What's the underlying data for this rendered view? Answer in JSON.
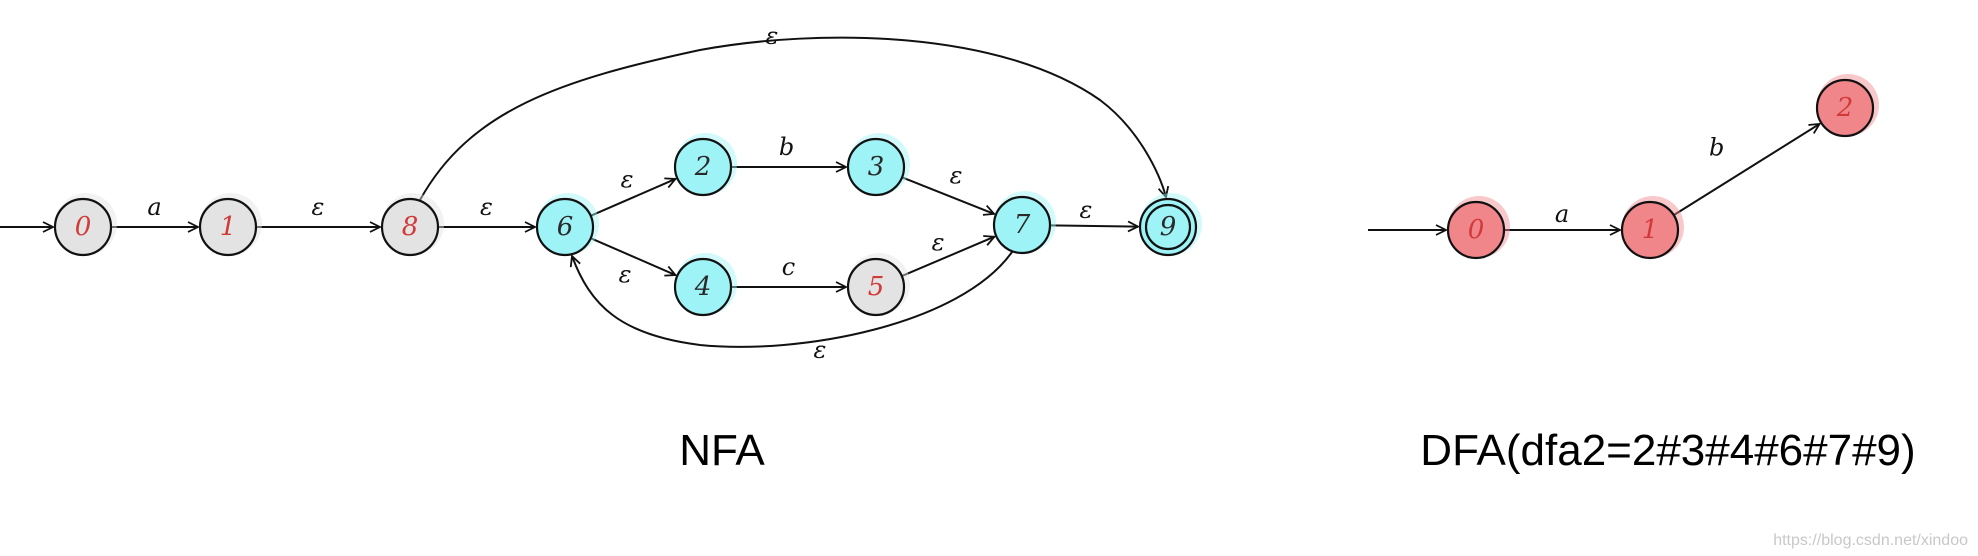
{
  "colors": {
    "gray": "#e3e3e3",
    "cyan": "#9ef3f6",
    "salmon": "#f0858a",
    "label_red": "#d23a3a",
    "label_dark": "#2a2a2a"
  },
  "nfa": {
    "caption": "NFA",
    "states": [
      {
        "id": "0",
        "label": "0",
        "fill": "gray",
        "label_color": "label_red",
        "accepting": false
      },
      {
        "id": "1",
        "label": "1",
        "fill": "gray",
        "label_color": "label_red",
        "accepting": false
      },
      {
        "id": "8",
        "label": "8",
        "fill": "gray",
        "label_color": "label_red",
        "accepting": false
      },
      {
        "id": "6",
        "label": "6",
        "fill": "cyan",
        "label_color": "label_dark",
        "accepting": false
      },
      {
        "id": "2",
        "label": "2",
        "fill": "cyan",
        "label_color": "label_dark",
        "accepting": false
      },
      {
        "id": "3",
        "label": "3",
        "fill": "cyan",
        "label_color": "label_dark",
        "accepting": false
      },
      {
        "id": "4",
        "label": "4",
        "fill": "cyan",
        "label_color": "label_dark",
        "accepting": false
      },
      {
        "id": "5",
        "label": "5",
        "fill": "gray",
        "label_color": "label_red",
        "accepting": false
      },
      {
        "id": "7",
        "label": "7",
        "fill": "cyan",
        "label_color": "label_dark",
        "accepting": false
      },
      {
        "id": "9",
        "label": "9",
        "fill": "cyan",
        "label_color": "label_dark",
        "accepting": true
      }
    ],
    "transitions": [
      {
        "from": "0",
        "to": "1",
        "label": "a"
      },
      {
        "from": "1",
        "to": "8",
        "label": "ε"
      },
      {
        "from": "8",
        "to": "6",
        "label": "ε"
      },
      {
        "from": "6",
        "to": "2",
        "label": "ε"
      },
      {
        "from": "6",
        "to": "4",
        "label": "ε"
      },
      {
        "from": "2",
        "to": "3",
        "label": "b"
      },
      {
        "from": "4",
        "to": "5",
        "label": "c"
      },
      {
        "from": "3",
        "to": "7",
        "label": "ε"
      },
      {
        "from": "5",
        "to": "7",
        "label": "ε"
      },
      {
        "from": "7",
        "to": "9",
        "label": "ε"
      },
      {
        "from": "7",
        "to": "6",
        "label": "ε"
      },
      {
        "from": "8",
        "to": "9",
        "label": "ε"
      }
    ]
  },
  "dfa": {
    "caption": "DFA(dfa2=2#3#4#6#7#9)",
    "states": [
      {
        "id": "0",
        "label": "0",
        "fill": "salmon",
        "label_color": "label_red"
      },
      {
        "id": "1",
        "label": "1",
        "fill": "salmon",
        "label_color": "label_red"
      },
      {
        "id": "2",
        "label": "2",
        "fill": "salmon",
        "label_color": "label_red"
      }
    ],
    "transitions": [
      {
        "from": "0",
        "to": "1",
        "label": "a"
      },
      {
        "from": "1",
        "to": "2",
        "label": "b"
      }
    ]
  },
  "watermark": "https://blog.csdn.net/xindoo"
}
